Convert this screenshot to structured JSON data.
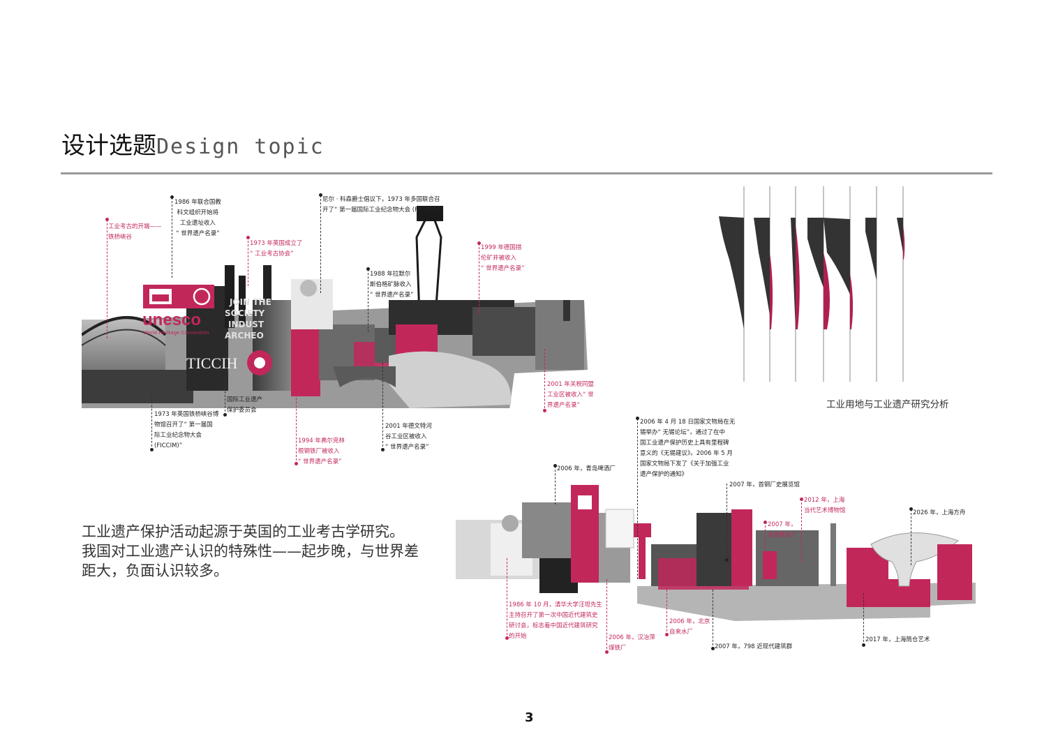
{
  "header": {
    "title_zh": "设计选题",
    "title_en": "Design topic"
  },
  "collage_top": {
    "unesco_text": "unesco",
    "unesco_sub": "World Heritage Convention",
    "ticcih_text": "TICCIH",
    "poster_lines": [
      "JOIN THE",
      "SOCIETY",
      "INDUST",
      "ARCHEO"
    ],
    "annotations": [
      {
        "id": "ironbridge",
        "text": "工业考古的开端——\n铁桥峡谷",
        "color": "pink"
      },
      {
        "id": "unesco1986",
        "text": "1986 年联合国教\n科文组织开始将\n工业遗址收入\n“ 世界遗产名录”",
        "color": "dark"
      },
      {
        "id": "uk1973assoc",
        "text": "1973 年英国成立了\n“ 工业考古协会”",
        "color": "pink"
      },
      {
        "id": "neil1973",
        "text": "尼尔 · 科森爵士倡议下，1973 年多国联合召\n开了“ 第一届国际工业纪念物大会 (FICCIM)”",
        "color": "dark"
      },
      {
        "id": "ram1988",
        "text": "1988 年拉默尔\n斯伯格矿脉收入\n“ 世界遗产名录”",
        "color": "dark"
      },
      {
        "id": "de1999",
        "text": "1999 年德国措\n伦矿井被收入\n“ 世界遗产名录”",
        "color": "pink"
      },
      {
        "id": "zoll2001",
        "text": "2001 年关税同盟\n工业区被收入“ 世\n界遗产名录”",
        "color": "pink"
      },
      {
        "id": "de2001",
        "text": "2001 年德文特河\n谷工业区被收入\n“ 世界遗产名录”",
        "color": "dark"
      },
      {
        "id": "volk1994",
        "text": "1994 年弗尔克林\n根钢铁厂被收入\n“ 世界遗产名录”",
        "color": "pink"
      },
      {
        "id": "ticcih",
        "text": "国际工业遗产\n保护委员会",
        "color": "dark"
      },
      {
        "id": "uk1973museum",
        "text": "1973 年英国铁桥峡谷博\n物馆召开了“ 第一届国\n际工业纪念物大会\n(FICCIM)”",
        "color": "dark"
      }
    ]
  },
  "chart": {
    "caption": "工业用地与工业遗产研究分析"
  },
  "body": {
    "para1": "工业遗产保护活动起源于英国的工业考古学研究。",
    "para2": "我国对工业遗产认识的特殊性——起步晚，与世界差距大，负面认识较多。"
  },
  "collage_bottom": {
    "annotations": [
      {
        "id": "wuxi2006",
        "text": "2006 年 4 月 18 日国家文物局在无\n锡举办“ 无锡论坛”，通过了在中\n国工业遗产保护历史上具有里程碑\n意义的《无锡建议》。2006 年 5 月\n国家文物局下发了《关于加强工业\n遗产保护的通知》",
        "color": "dark"
      },
      {
        "id": "qingdao2006",
        "text": "2006 年，青岛啤酒厂",
        "color": "dark"
      },
      {
        "id": "shougang2007",
        "text": "2007 年，首钢厂史展览馆",
        "color": "dark"
      },
      {
        "id": "sh2012",
        "text": "2012 年，上海\n当代艺术博物馆",
        "color": "pink"
      },
      {
        "id": "bj2007",
        "text": "2007 年，\n北京焦化厂",
        "color": "pink"
      },
      {
        "id": "sh2026",
        "text": "2026 年，上海方舟",
        "color": "dark"
      },
      {
        "id": "tsinghua1986",
        "text": "1986 年 10 月，清华大学汪坦先生\n主持召开了第一次中国近代建筑史\n研讨会，标志着中国近代建筑研究\n的开始",
        "color": "pink"
      },
      {
        "id": "hanye2006",
        "text": "2006 年，汉冶萍\n煤铁厂",
        "color": "pink"
      },
      {
        "id": "bjwater2006",
        "text": "2006 年，北京\n自来水厂",
        "color": "pink"
      },
      {
        "id": "b798",
        "text": "2007 年，798 近现代建筑群",
        "color": "dark"
      },
      {
        "id": "sh2017",
        "text": "2017 年，上海筒仓艺术",
        "color": "dark"
      }
    ]
  },
  "footer": {
    "page_number": "3"
  },
  "colors": {
    "accent": "#c2275a",
    "dark": "#333333"
  }
}
